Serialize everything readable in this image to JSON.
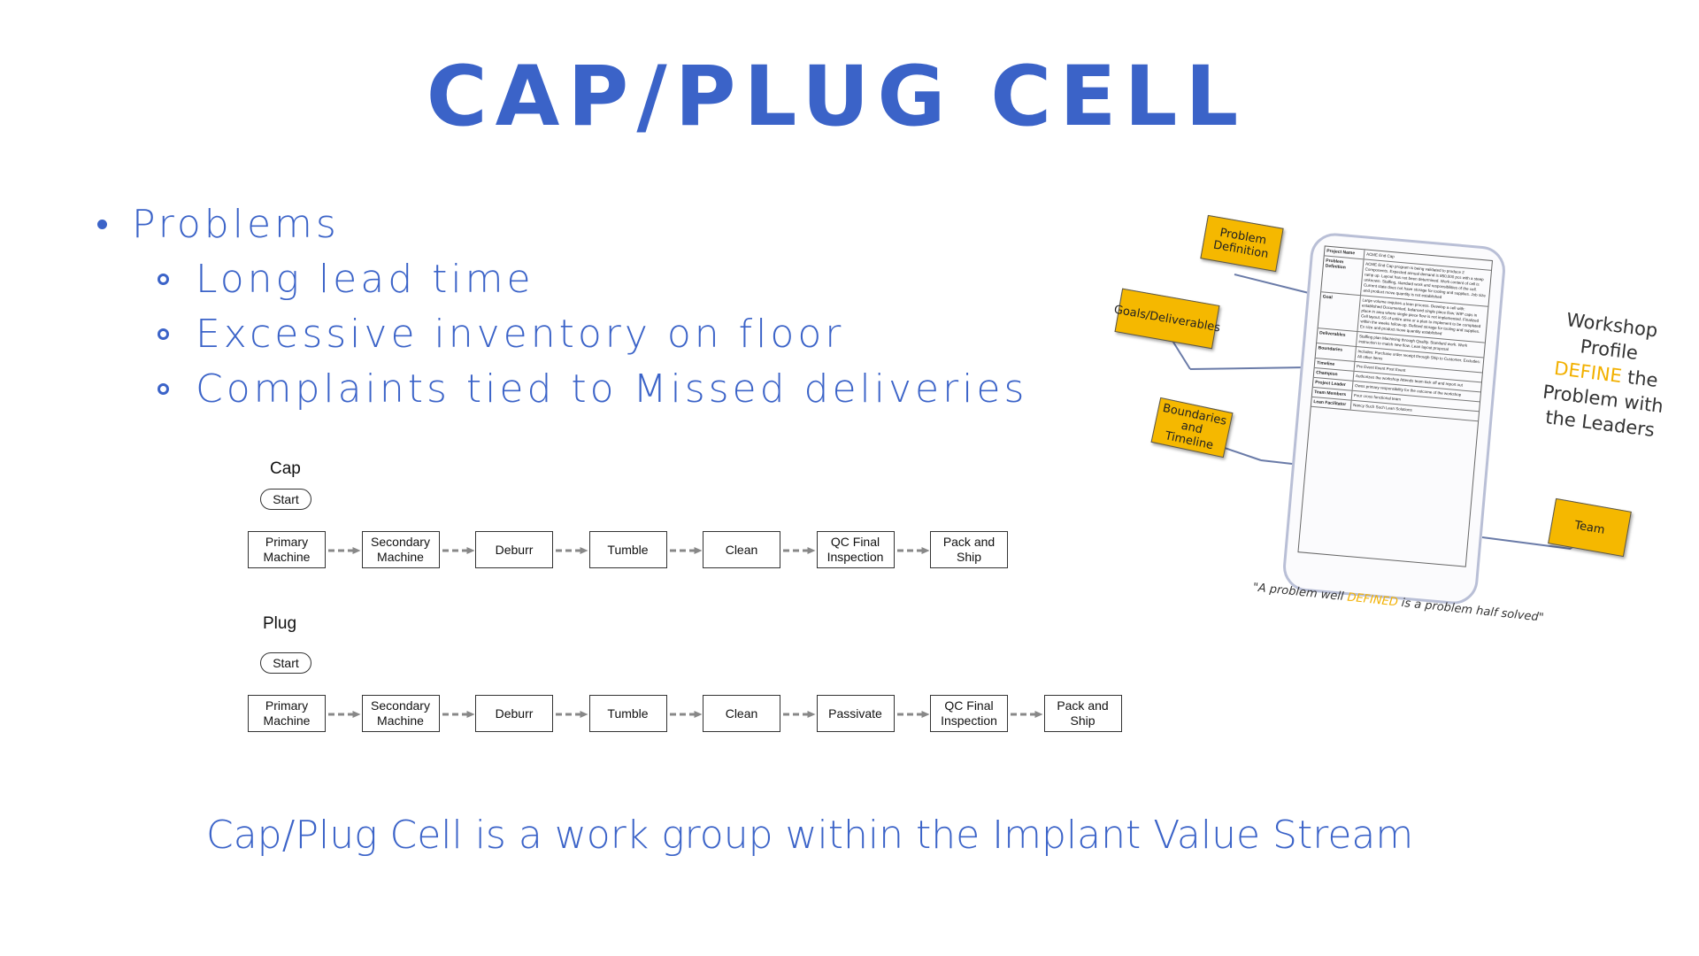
{
  "title": "CAP/PLUG CELL",
  "bullets": {
    "main": "Problems",
    "sub": [
      "Long lead time",
      "Excessive inventory on floor",
      "Complaints tied to Missed deliveries"
    ]
  },
  "flows": {
    "cap": {
      "label": "Cap",
      "start": "Start",
      "steps": [
        "Primary Machine",
        "Secondary Machine",
        "Deburr",
        "Tumble",
        "Clean",
        "QC Final Inspection",
        "Pack and Ship"
      ]
    },
    "plug": {
      "label": "Plug",
      "start": "Start",
      "steps": [
        "Primary Machine",
        "Secondary Machine",
        "Deburr",
        "Tumble",
        "Clean",
        "Passivate",
        "QC Final Inspection",
        "Pack and Ship"
      ]
    }
  },
  "caption": "Cap/Plug Cell is a work group within the Implant Value Stream",
  "illustration": {
    "stickies": {
      "problem": "Problem Definition",
      "goals": "Goals/Deliverables",
      "boundaries": "Boundaries and Timeline",
      "team": "Team"
    },
    "workshop": {
      "line1": "Workshop Profile",
      "highlight": "DEFINE",
      "line2": "the",
      "line3": "Problem with",
      "line4": "the Leaders"
    },
    "quote": {
      "pre": "\"A problem well ",
      "highlight": "DEFINED",
      "post": " is a problem half solved\""
    },
    "form_rows": [
      {
        "label": "Project Name",
        "content": "ACME End Cap"
      },
      {
        "label": "Problem Definition",
        "content": "ACME End Cap program is being validated to produce 2 Components. Expected annual demand is 850,000 pcs with a steep ramp up. Layout has not been determined. Work content of cell is unknown. Staffing, standard work and responsibilities of the cell. Current state does not have storage for tooling and supplies. Job size and product move quantity is not established"
      },
      {
        "label": "Goal",
        "content": "Large volume requires a lean process. Develop a cell with: established Documented, balanced single piece flow. WIP caps in place in area where single piece flow is not implemented. Finalized Cell layout. 5S of entire area or a plan to implement to be completed within the weeks follow-up. Defined storage for tooling and supplies. Ex size and product move quantity established"
      },
      {
        "label": "Deliverables",
        "content": "Staffing plan Machining through Quality. Standard work. Work instruction to match new flow. Lean layout proposal"
      },
      {
        "label": "Boundaries",
        "content": "Includes: Purchase order receipt through Ship to Customer. Excludes: All other items"
      },
      {
        "label": "Timeline",
        "content": "Pre Event   Event   Post Event"
      },
      {
        "label": "Champion",
        "content": "Authorizes the workshop Attends team kick off and report out"
      },
      {
        "label": "Project Leader",
        "content": "Owns primary responsibility for the outcome of the workshop"
      },
      {
        "label": "Team Members",
        "content": "Four cross functional team"
      },
      {
        "label": "Lean Facilitator",
        "content": "Nancy Such Such Lean Solutions"
      }
    ]
  }
}
